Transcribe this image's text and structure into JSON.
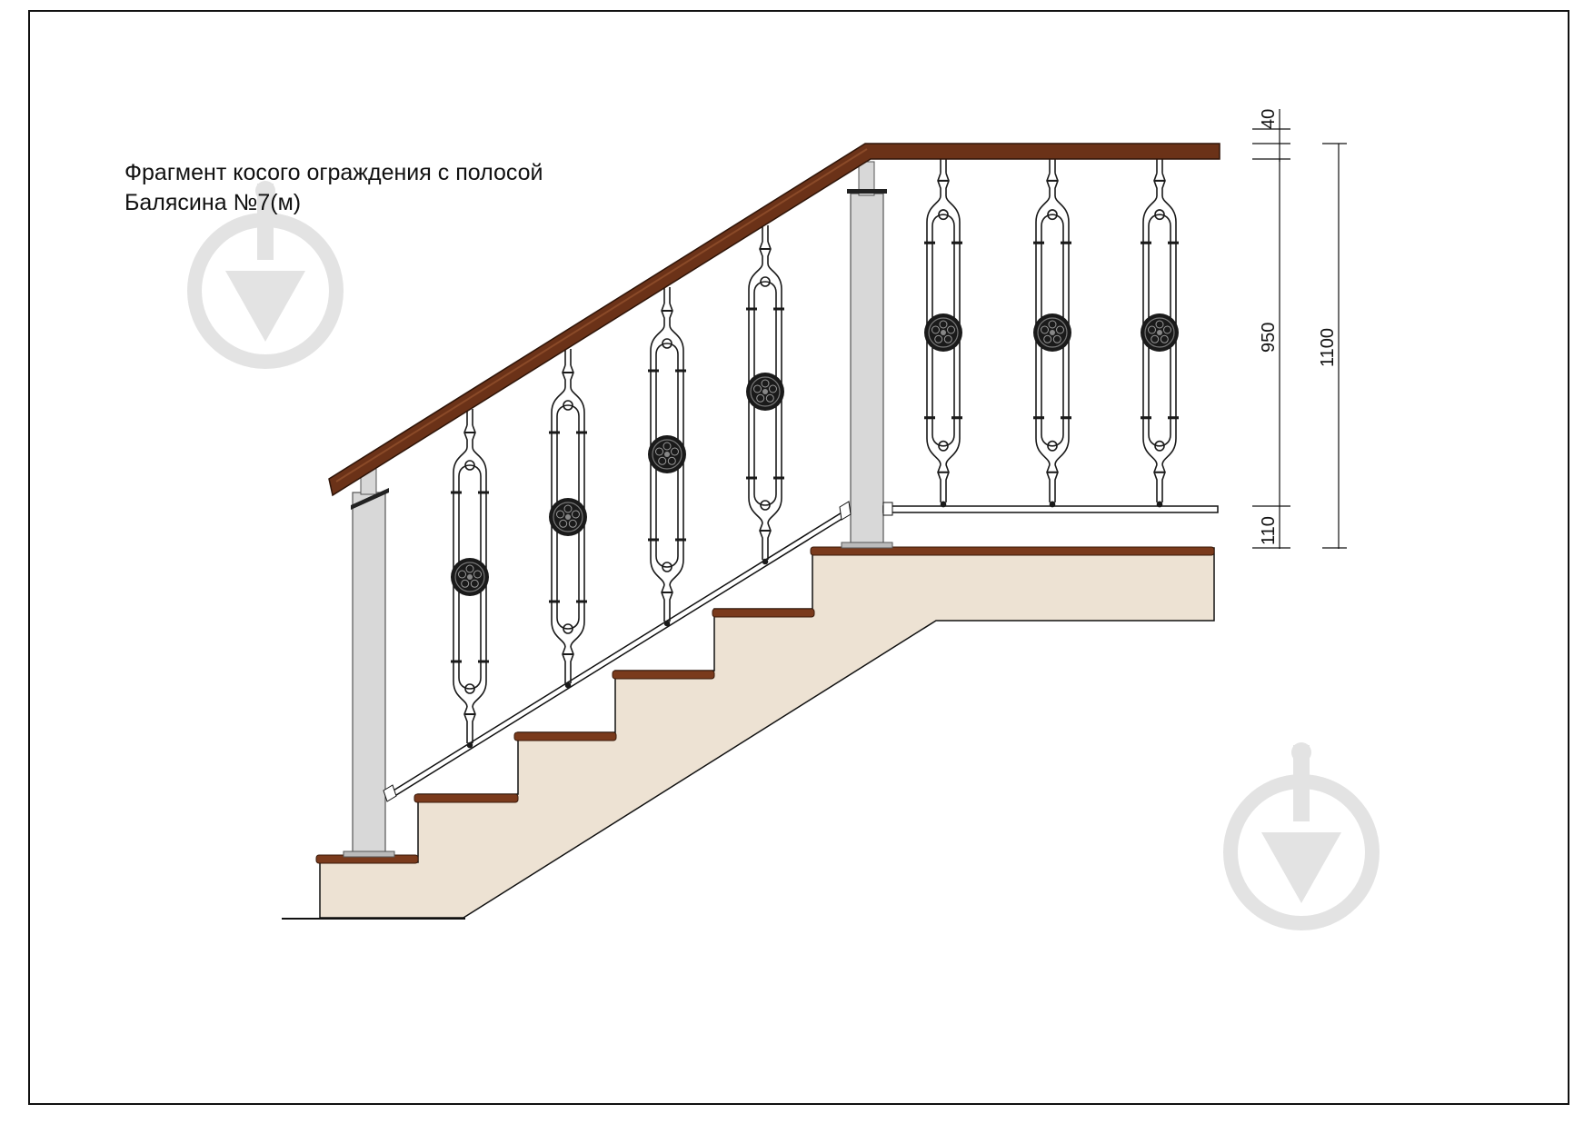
{
  "title": {
    "line1": "Фрагмент косого ограждения с полосой",
    "line2": "Балясина №7(м)"
  },
  "dimensions": {
    "top_cap": "40",
    "rail_height": "950",
    "bottom_gap": "110",
    "total_height": "1100"
  },
  "colors": {
    "handrail": "#6b3218",
    "tread": "#7a3a1c",
    "stair_body": "#ede2d3",
    "post": "#d8d8d8",
    "rosette": "#1a1a1a",
    "watermark": "#e3e3e3"
  },
  "icons": [
    "watermark-logo-icon",
    "rosette-icon"
  ]
}
